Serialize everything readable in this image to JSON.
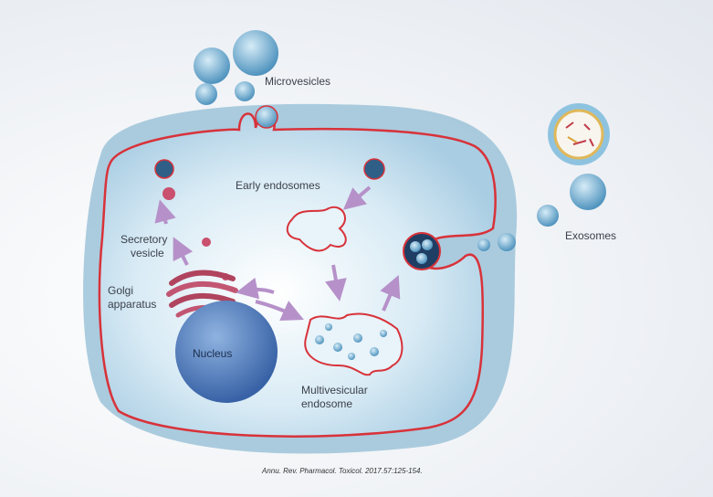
{
  "labels": {
    "microvesicles": "Microvesicles",
    "early_endosomes": "Early endosomes",
    "secretory_vesicle_1": "Secretory",
    "secretory_vesicle_2": "vesicle",
    "golgi_1": "Golgi",
    "golgi_2": "apparatus",
    "nucleus": "Nucleus",
    "mve_1": "Multivesicular",
    "mve_2": "endosome",
    "exosomes": "Exosomes"
  },
  "citation": "Annu. Rev. Pharmacol. Toxicol. 2017.57:125-154.",
  "colors": {
    "membrane": "#d8323a",
    "cytoplasm": "#bfdbea",
    "vesicle": "#7fb6d6",
    "golgi": "#b0445e",
    "nucleus": "#4a78b8",
    "arrow": "#b691c9"
  }
}
